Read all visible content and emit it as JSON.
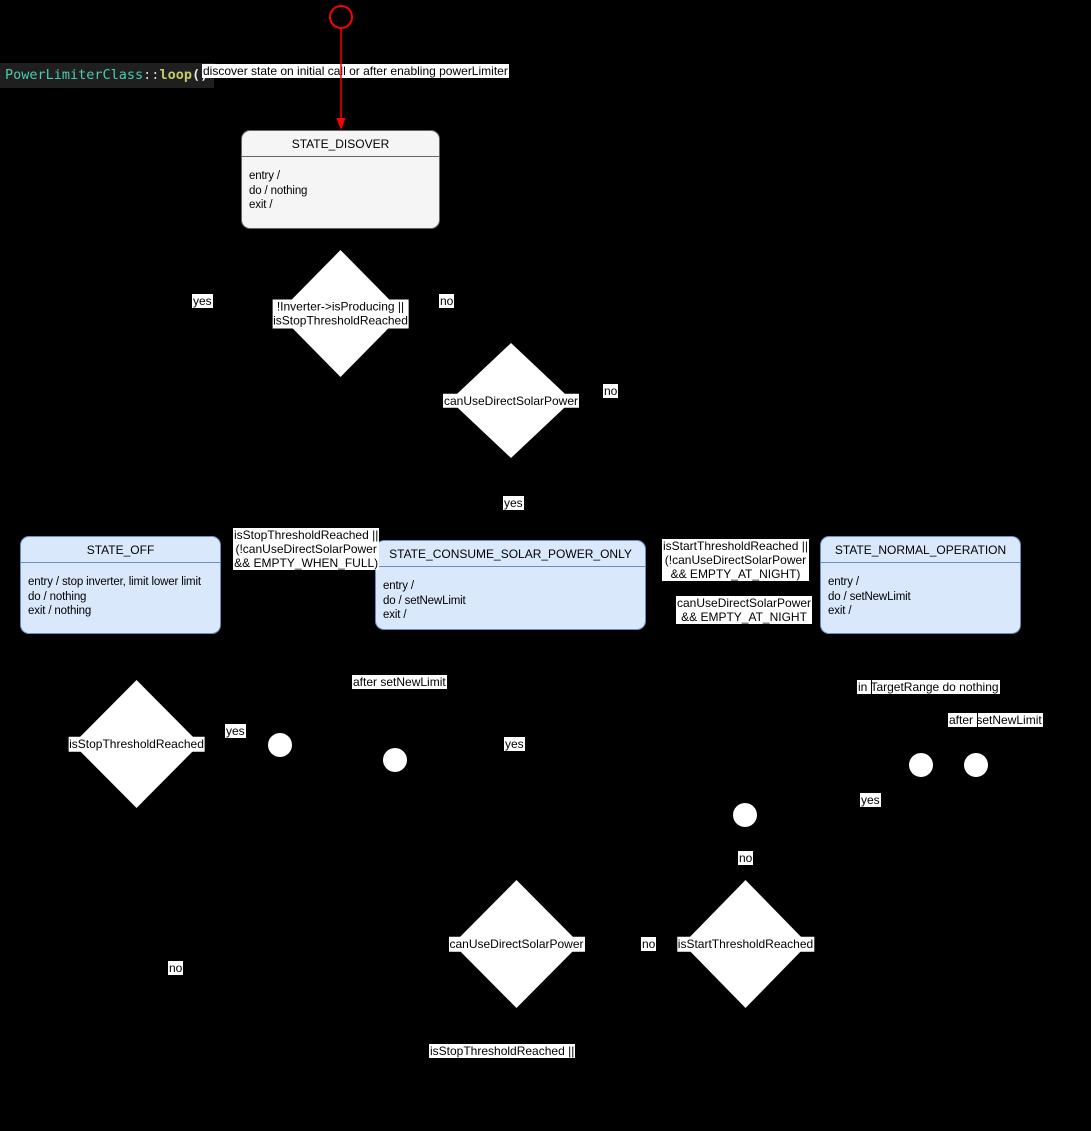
{
  "code_label": {
    "scope": "PowerLimiterClass",
    "separator": "::",
    "method": "loop",
    "parens": "()"
  },
  "states": {
    "discover": {
      "title": "STATE_DISOVER",
      "lines": [
        "entry /",
        "do / nothing",
        "exit /"
      ]
    },
    "off": {
      "title": "STATE_OFF",
      "lines": [
        "entry / stop inverter, limit lower limit",
        "do / nothing",
        "exit / nothing"
      ]
    },
    "consume": {
      "title": "STATE_CONSUME_SOLAR_POWER_ONLY",
      "lines": [
        "entry /",
        "do / setNewLimit",
        "exit /"
      ]
    },
    "normal": {
      "title": "STATE_NORMAL_OPERATION",
      "lines": [
        "entry /",
        "do / setNewLimit",
        "exit /"
      ]
    }
  },
  "decisions": {
    "inverter_producing": "!Inverter->isProducing ||\nisStopThresholdReached",
    "can_use_direct_solar_top": "canUseDirectSolarPower",
    "stop_threshold": "isStopThresholdReached",
    "can_use_direct_solar_bottom": "canUseDirectSolarPower",
    "start_threshold": "isStartThresholdReached"
  },
  "edge_labels": {
    "discover": "discover state on initial call or after enabling powerLimiter",
    "yes_discover_left": "yes",
    "no_discover_right": "no",
    "no_from_can_use_direct": "no",
    "yes_from_can_use_direct": "yes",
    "guard_to_off": "isStopThresholdReached ||\n(!canUseDirectSolarPower\n&& EMPTY_WHEN_FULL)",
    "guard_to_normal": "isStartThresholdReached ||\n(!canUseDirectSolarPower\n&& EMPTY_AT_NIGHT)",
    "guard_to_consume": "canUseDirectSolarPower\n&& EMPTY_AT_NIGHT",
    "yes_from_stop_threshold": "yes",
    "after_setnewlimit_consume": "after setNewLimit",
    "yes_mid": "yes",
    "in_target_range": "in TargetRange do nothing",
    "after_setnewlimit_normal": "after setNewLimit",
    "yes_right": "yes",
    "no_below_junction": "no",
    "no_between_bottom_diamonds": "no",
    "no_bottom_left": "no",
    "guard_bottom": "isStopThresholdReached ||"
  },
  "colors": {
    "background": "#000000",
    "state_fill_blue": "#dae8fc",
    "state_border_blue": "#6c8ebf",
    "state_fill_gray": "#f5f5f5",
    "state_border_gray": "#666666",
    "initial_arrow_red": "#ff0000",
    "label_bg": "#ffffff",
    "code_bg": "#1f1f1f",
    "code_scope": "#4ec9b0",
    "code_method": "#c3cc66",
    "code_punct": "#d6d6d6"
  }
}
